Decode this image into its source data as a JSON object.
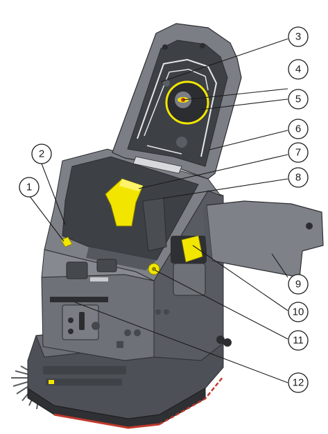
{
  "callouts": [
    {
      "number": "1"
    },
    {
      "number": "2"
    },
    {
      "number": "3"
    },
    {
      "number": "4"
    },
    {
      "number": "5"
    },
    {
      "number": "6"
    },
    {
      "number": "7"
    },
    {
      "number": "8"
    },
    {
      "number": "9"
    },
    {
      "number": "10"
    },
    {
      "number": "11"
    },
    {
      "number": "12"
    }
  ],
  "colors": {
    "body_dark": "#5a5d63",
    "body_mid": "#7b7e84",
    "body_light": "#9a9da2",
    "highlight_yellow": "#f2e600",
    "accent_red": "#c0392b",
    "line": "#1a1a1a"
  }
}
